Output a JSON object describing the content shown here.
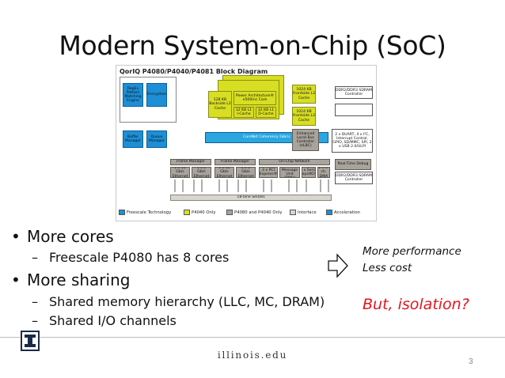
{
  "slide": {
    "title": "Modern System-on-Chip (SoC)",
    "page_number": "3",
    "footer": "illinois.edu"
  },
  "diagram": {
    "title": "QorIQ P4080/P4040/P4081 Block Diagram",
    "blocks": {
      "regex": "RegEx Pattern Matching Engine",
      "encryption": "Encryption",
      "buffer_manager": "Buffer Manager",
      "queue_manager": "Queue Manager",
      "backside_cache": "128 KB Backside L2 Cache",
      "core": "Power Architecture® e500mc Core",
      "l1_i": "32 KB L1 I-Cache",
      "l1_d": "32 KB L1 D-Cache",
      "frontside_top": "1024 KB Frontside L3 Cache",
      "frontside_bottom": "1024 KB Frontside L3 Cache",
      "ddr_top": "DDR2/DDR3 SDRAM Controller",
      "ddr_bottom": "DDR2/DDR3 SDRAM Controller",
      "coherency_fabric": "CoreNet Coherency Fabric",
      "elbc": "Enhanced Local Bus Controller (eLBC)",
      "duart": "2 x DUART, 4 x I²C, Interrupt Control, GPIO, SD/MMC, SPI, 2 x USB 2.0/ULPI",
      "frame_manager_1": "Frame Manager",
      "frame_manager_2": "Frame Manager",
      "on_chip_network": "On-Chip Network",
      "realtime_debug": "Real-Time Debug",
      "eth_1g_a": "1 x 10 Gb/s Ethernet",
      "eth_4g_a": "4 x 1 Gb/s Ethernet",
      "eth_1g_b": "1 x 10 Gb/s Ethernet",
      "eth_4g_b": "4 x 1 Gb/s Ethernet",
      "pci": "3 x PCI Express®",
      "rapidio_unit": "RapidIO Message Unit (RMU)",
      "srio": "2 x Serial RapidIO®",
      "dma": "2 x 4-ch. DMA",
      "serdes": "18-lane SerDes"
    },
    "legend": [
      {
        "label": "Freescale Technology",
        "color": "#1c8fd6"
      },
      {
        "label": "P4040 Only",
        "color": "#d8de22"
      },
      {
        "label": "P4080 and P4040 Only",
        "color": "#a8a39b"
      },
      {
        "label": "Interface",
        "color": "#d9d5cf"
      },
      {
        "label": "Acceleration",
        "color": "#1c8fd6"
      }
    ]
  },
  "bullets": {
    "b1": "More cores",
    "b1_sub1": "Freescale P4080 has 8 cores",
    "b2": "More sharing",
    "b2_sub1": "Shared memory hierarchy (LLC, MC, DRAM)",
    "b2_sub2": "Shared I/O channels"
  },
  "notes": {
    "line1": "More performance",
    "line2": "Less cost",
    "isolation": "But, isolation?"
  },
  "glyphs": {
    "bullet": "•",
    "dash": "–"
  },
  "colors": {
    "accent_red": "#e3161d",
    "freescale_blue": "#1c8fd6",
    "p4040_yellow": "#d8de22",
    "p4080_gray": "#a8a39b"
  }
}
